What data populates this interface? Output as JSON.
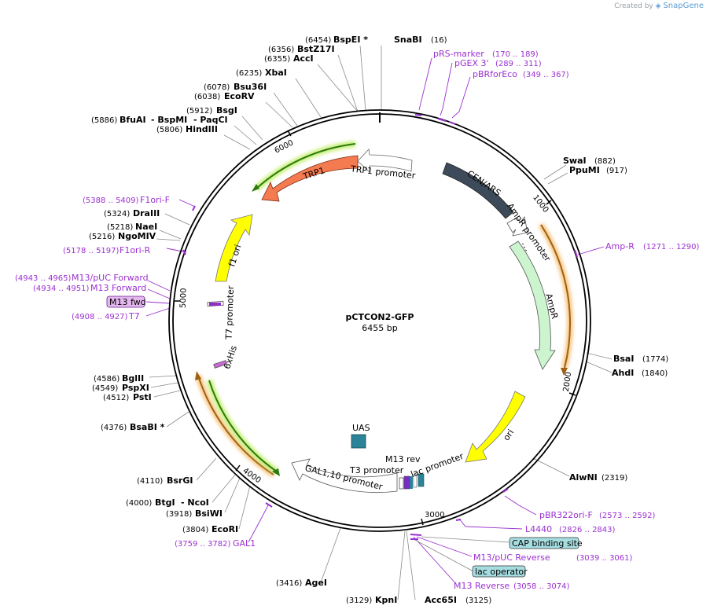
{
  "credit": {
    "prefix": "Created by",
    "brand": "SnapGene"
  },
  "plasmid": {
    "name": "pCTCON2-GFP",
    "size": "6455 bp"
  },
  "ticks": [
    "1000",
    "2000",
    "3000",
    "4000",
    "5000",
    "6000"
  ],
  "features": {
    "trp1": "TRP1",
    "trp1_promoter": "TRP1 promoter",
    "cen_ars": "CEN/ARS",
    "ampr_promoter": "AmpR promoter",
    "ampr": "AmpR",
    "ori": "ori",
    "f1_ori": "f1 ori",
    "t7_promoter": "T7 promoter",
    "his6": "6xHis",
    "uas": "UAS",
    "gal_promoter": "GAL1,10 promoter",
    "t3_promoter": "T3 promoter",
    "m13_rev": "M13 rev",
    "lac_promoter": "lac promoter"
  },
  "sites": [
    {
      "name": "SnaBI",
      "pos": "(16)"
    },
    {
      "name": "BspEI *",
      "pos": "(6454)"
    },
    {
      "name": "BstZ17I",
      "pos": "(6356)"
    },
    {
      "name": "AccI",
      "pos": "(6355)"
    },
    {
      "name": "XbaI",
      "pos": "(6235)"
    },
    {
      "name": "Bsu36I",
      "pos": "(6078)"
    },
    {
      "name": "EcoRV",
      "pos": "(6038)"
    },
    {
      "name": "BsgI",
      "pos": "(5912)"
    },
    {
      "name": "BfuAI",
      "pos": "(5886)"
    },
    {
      "name": "- BspMI",
      "pos": ""
    },
    {
      "name": "- PaqCI",
      "pos": ""
    },
    {
      "name": "HindIII",
      "pos": "(5806)"
    },
    {
      "name": "DraIII",
      "pos": "(5324)"
    },
    {
      "name": "NaeI",
      "pos": "(5218)"
    },
    {
      "name": "NgoMIV",
      "pos": "(5216)"
    },
    {
      "name": "BglII",
      "pos": "(4586)"
    },
    {
      "name": "PspXI",
      "pos": "(4549)"
    },
    {
      "name": "PstI",
      "pos": "(4512)"
    },
    {
      "name": "BsaBI *",
      "pos": "(4376)"
    },
    {
      "name": "BsrGI",
      "pos": "(4110)"
    },
    {
      "name": "BtgI",
      "pos": "(4000)"
    },
    {
      "name": "- NcoI",
      "pos": ""
    },
    {
      "name": "BsiWI",
      "pos": "(3918)"
    },
    {
      "name": "EcoRI",
      "pos": "(3804)"
    },
    {
      "name": "AgeI",
      "pos": "(3416)"
    },
    {
      "name": "KpnI",
      "pos": "(3129)"
    },
    {
      "name": "Acc65I",
      "pos": "(3125)"
    },
    {
      "name": "AlwNI",
      "pos": "(2319)"
    },
    {
      "name": "BsaI",
      "pos": "(1774)"
    },
    {
      "name": "AhdI",
      "pos": "(1840)"
    },
    {
      "name": "SwaI",
      "pos": "(882)"
    },
    {
      "name": "PpuMI",
      "pos": "(917)"
    }
  ],
  "primers": [
    {
      "name": "pRS-marker",
      "pos": "(170 .. 189)"
    },
    {
      "name": "pGEX 3'",
      "pos": "(289 .. 311)"
    },
    {
      "name": "pBRforEco",
      "pos": "(349 .. 367)"
    },
    {
      "name": "Amp-R",
      "pos": "(1271 .. 1290)"
    },
    {
      "name": "pBR322ori-F",
      "pos": "(2573 .. 2592)"
    },
    {
      "name": "L4440",
      "pos": "(2826 .. 2843)"
    },
    {
      "name": "CAP binding site",
      "pos": ""
    },
    {
      "name": "M13/pUC Reverse",
      "pos": "(3039 .. 3061)"
    },
    {
      "name": "lac operator",
      "pos": ""
    },
    {
      "name": "M13 Reverse",
      "pos": "(3058 .. 3074)"
    },
    {
      "name": "GAL1",
      "pos": "(3759 .. 3782)"
    },
    {
      "name": "F1ori-F",
      "pos": "(5388 .. 5409)"
    },
    {
      "name": "F1ori-R",
      "pos": "(5178 .. 5197)"
    },
    {
      "name": "M13/pUC Forward",
      "pos": "(4943 .. 4965)"
    },
    {
      "name": "M13 Forward",
      "pos": "(4934 .. 4951)"
    },
    {
      "name": "M13 fwd",
      "pos": ""
    },
    {
      "name": "T7",
      "pos": "(4908 .. 4927)"
    }
  ]
}
